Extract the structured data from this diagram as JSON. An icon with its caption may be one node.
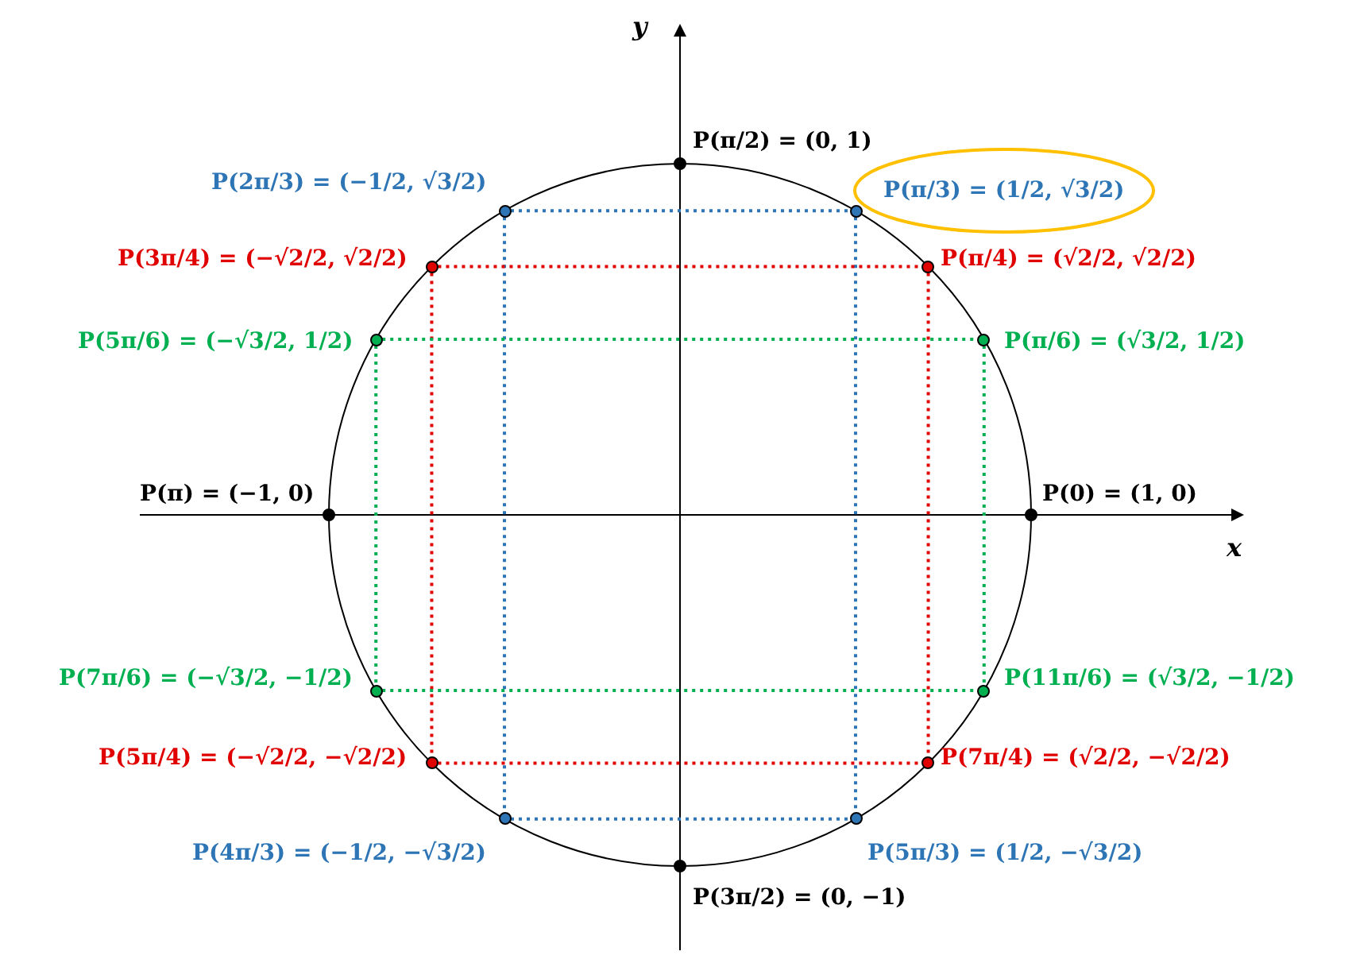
{
  "diagram": {
    "nodes": [
      {
        "text": [],
        "shape": "circle",
        "beside": [
          "P(π/2) = (0, 1)"
        ]
      },
      {
        "text": [],
        "shape": "circle",
        "beside": [
          "P(2π/3) = (−1/2, √3/2)"
        ]
      },
      {
        "text": [],
        "shape": "circle",
        "beside": [
          "P(π/3) = (1/2, √3/2)"
        ]
      },
      {
        "text": [],
        "shape": "circle",
        "beside": [
          "P(3π/4) = (−√2/2, √2/2)"
        ]
      },
      {
        "text": [],
        "shape": "circle",
        "beside": [
          "P(π/4) = (√2/2, √2/2)"
        ]
      },
      {
        "text": [],
        "shape": "circle",
        "beside": [
          "P(5π/6) = (−√3/2, 1/2)"
        ]
      },
      {
        "text": [],
        "shape": "circle",
        "beside": [
          "P(π/6) = (√3/2, 1/2)"
        ]
      },
      {
        "text": [],
        "shape": "circle",
        "beside": [
          "P(π) = (−1, 0)"
        ]
      },
      {
        "text": [],
        "shape": "circle",
        "beside": [
          "P(0) = (1, 0)"
        ]
      },
      {
        "text": [],
        "shape": "circle",
        "beside": [
          "P(7π/6) = (−√3/2, −1/2)"
        ]
      },
      {
        "text": [],
        "shape": "circle",
        "beside": [
          "P(11π/6) = (√3/2, −1/2)"
        ]
      },
      {
        "text": [],
        "shape": "circle",
        "beside": [
          "P(5π/4) = (−√2/2, −√2/2)"
        ]
      },
      {
        "text": [],
        "shape": "circle",
        "beside": [
          "P(7π/4) = (√2/2, −√2/2)"
        ]
      },
      {
        "text": [],
        "shape": "circle",
        "beside": [
          "P(4π/3) = (−1/2, −√3/2)"
        ]
      },
      {
        "text": [],
        "shape": "circle",
        "beside": [
          "P(5π/3) = (1/2, −√3/2)"
        ]
      },
      {
        "text": [],
        "shape": "circle",
        "beside": [
          "P(3π/2) = (0, −1)"
        ]
      }
    ],
    "edges": [
      {
        "from": 1,
        "to": 2,
        "arrow": "none",
        "style": "dashed",
        "color": "#2e75b6"
      },
      {
        "from": 1,
        "to": 13,
        "arrow": "none",
        "style": "dashed",
        "color": "#2e75b6"
      },
      {
        "from": 2,
        "to": 14,
        "arrow": "none",
        "style": "dashed",
        "color": "#2e75b6"
      },
      {
        "from": 13,
        "to": 14,
        "arrow": "none",
        "style": "dashed",
        "color": "#2e75b6"
      },
      {
        "from": 3,
        "to": 4,
        "arrow": "none",
        "style": "dashed",
        "color": "#e00000"
      },
      {
        "from": 3,
        "to": 11,
        "arrow": "none",
        "style": "dashed",
        "color": "#e00000"
      },
      {
        "from": 4,
        "to": 12,
        "arrow": "none",
        "style": "dashed",
        "color": "#e00000"
      },
      {
        "from": 11,
        "to": 12,
        "arrow": "none",
        "style": "dashed",
        "color": "#e00000"
      },
      {
        "from": 5,
        "to": 6,
        "arrow": "none",
        "style": "dashed",
        "color": "#00b050"
      },
      {
        "from": 5,
        "to": 9,
        "arrow": "none",
        "style": "dashed",
        "color": "#00b050"
      },
      {
        "from": 6,
        "to": 10,
        "arrow": "none",
        "style": "dashed",
        "color": "#00b050"
      },
      {
        "from": 9,
        "to": 10,
        "arrow": "none",
        "style": "dashed",
        "color": "#00b050"
      }
    ],
    "labels": [
      "y",
      "x"
    ]
  }
}
